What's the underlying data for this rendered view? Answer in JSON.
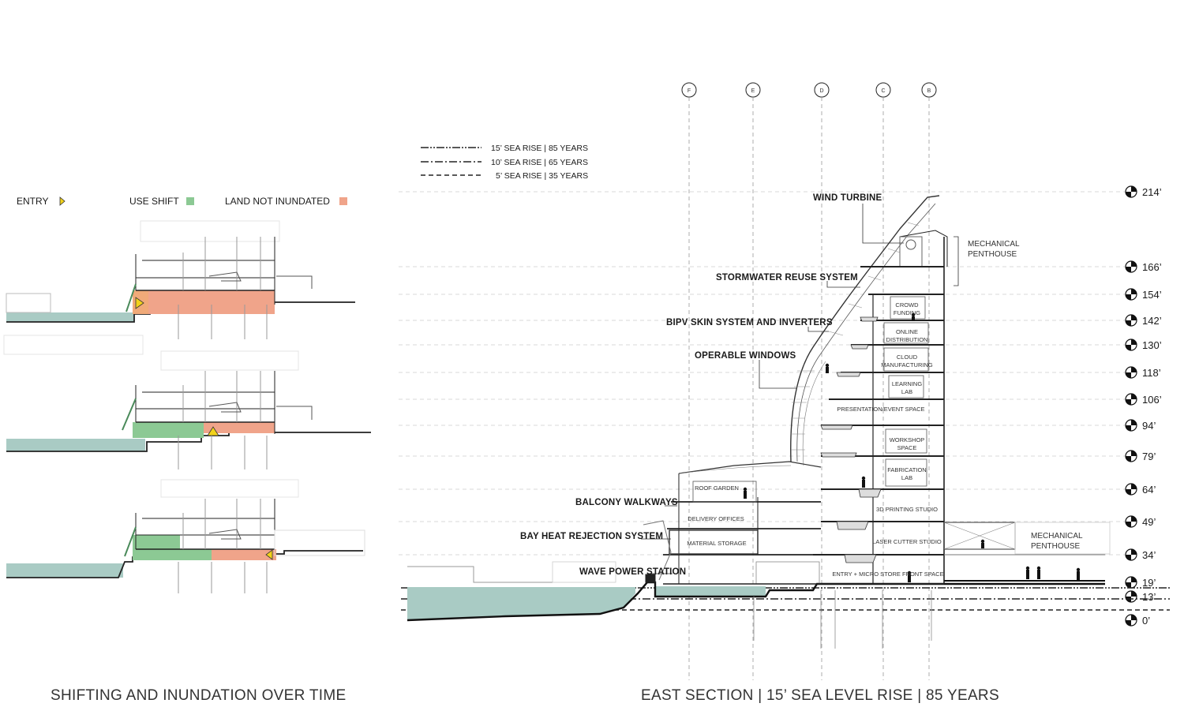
{
  "legend": {
    "entry": "ENTRY",
    "use_shift": "USE SHIFT",
    "land_not_inundated": "LAND NOT INUNDATED",
    "colors": {
      "entry": "#f2d21a",
      "use_shift": "#8cc994",
      "land_not_inundated": "#f0a48a",
      "water": "#a9cbc4"
    }
  },
  "sea_rise_legend": [
    {
      "label": "15’ SEA RISE |  85 YEARS",
      "style": "dash-dot-dot"
    },
    {
      "label": "10’ SEA RISE | 65 YEARS",
      "style": "dash-dot"
    },
    {
      "label": "5’ SEA RISE | 35 YEARS",
      "style": "dashed"
    }
  ],
  "grid_lines": [
    "F",
    "E",
    "D",
    "C",
    "B"
  ],
  "elevations": [
    "214’",
    "166’",
    "154’",
    "142’",
    "130’",
    "118’",
    "106’",
    "94’",
    "79’",
    "64’",
    "49’",
    "34’",
    "19’",
    "13’",
    "0’"
  ],
  "callouts": {
    "wind_turbine": "WIND TURBINE",
    "stormwater": "STORMWATER REUSE SYSTEM",
    "bipv": "BIPV SKIN SYSTEM AND INVERTERS",
    "operable_windows": "OPERABLE WINDOWS",
    "balcony_walkways": "BALCONY WALKWAYS",
    "bay_heat": "BAY HEAT REJECTION SYSTEM",
    "wave_power": "WAVE POWER STATION",
    "mech_penthouse_top": [
      "MECHANICAL",
      "PENTHOUSE"
    ],
    "mech_penthouse_low": [
      "MECHANICAL",
      "PENTHOUSE"
    ]
  },
  "rooms": {
    "crowd_funding": [
      "CROWD",
      "FUNDING"
    ],
    "online_distribution": [
      "ONLINE",
      "DISTRIBUTION"
    ],
    "cloud_manufacturing": [
      "CLOUD",
      "MANUFACTURING"
    ],
    "learning_lab": [
      "LEARNING",
      "LAB"
    ],
    "presentation": "PRESENTATION/EVENT SPACE",
    "workshop": [
      "WORKSHOP",
      "SPACE"
    ],
    "fabrication": [
      "FABRICATION",
      "LAB"
    ],
    "printing": "3D PRINTING STUDIO",
    "laser": "LASER CUTTER STUDIO",
    "entry_store": "ENTRY + MICRO STORE FRONT SPACE",
    "roof_garden": "ROOF GARDEN",
    "delivery": "DELIVERY OFFICES",
    "material": "MATERIAL STORAGE"
  },
  "captions": {
    "left": "SHIFTING AND INUNDATION OVER TIME",
    "right": "EAST SECTION | 15’ SEA LEVEL RISE | 85 YEARS"
  }
}
